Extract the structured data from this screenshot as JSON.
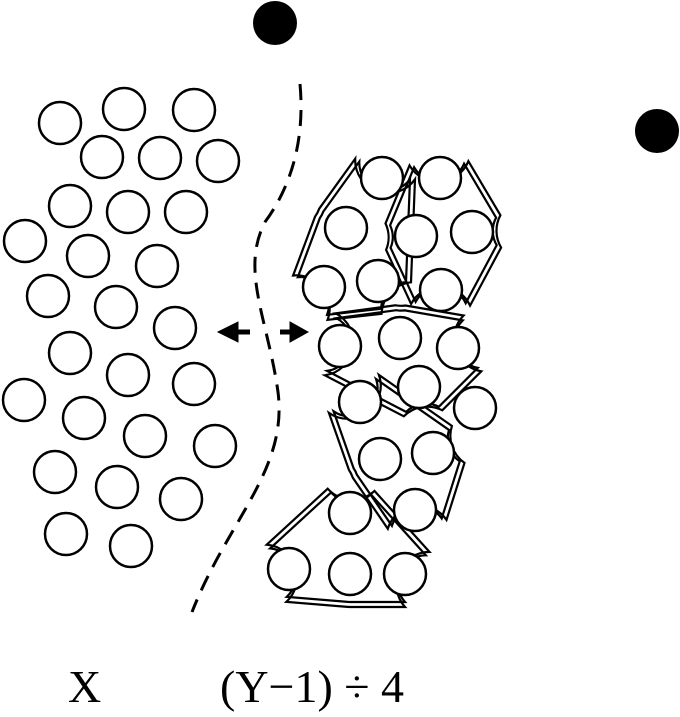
{
  "labels": {
    "left": "X",
    "right": "(Y−1) ÷ 4"
  },
  "colors": {
    "stroke": "#000000",
    "fill": "#ffffff",
    "dot": "#000000"
  },
  "icons": {
    "arrows": "double-headed-arrow-icon",
    "dots": "solid-dot-icon",
    "boundary": "dashed-boundary-line"
  }
}
